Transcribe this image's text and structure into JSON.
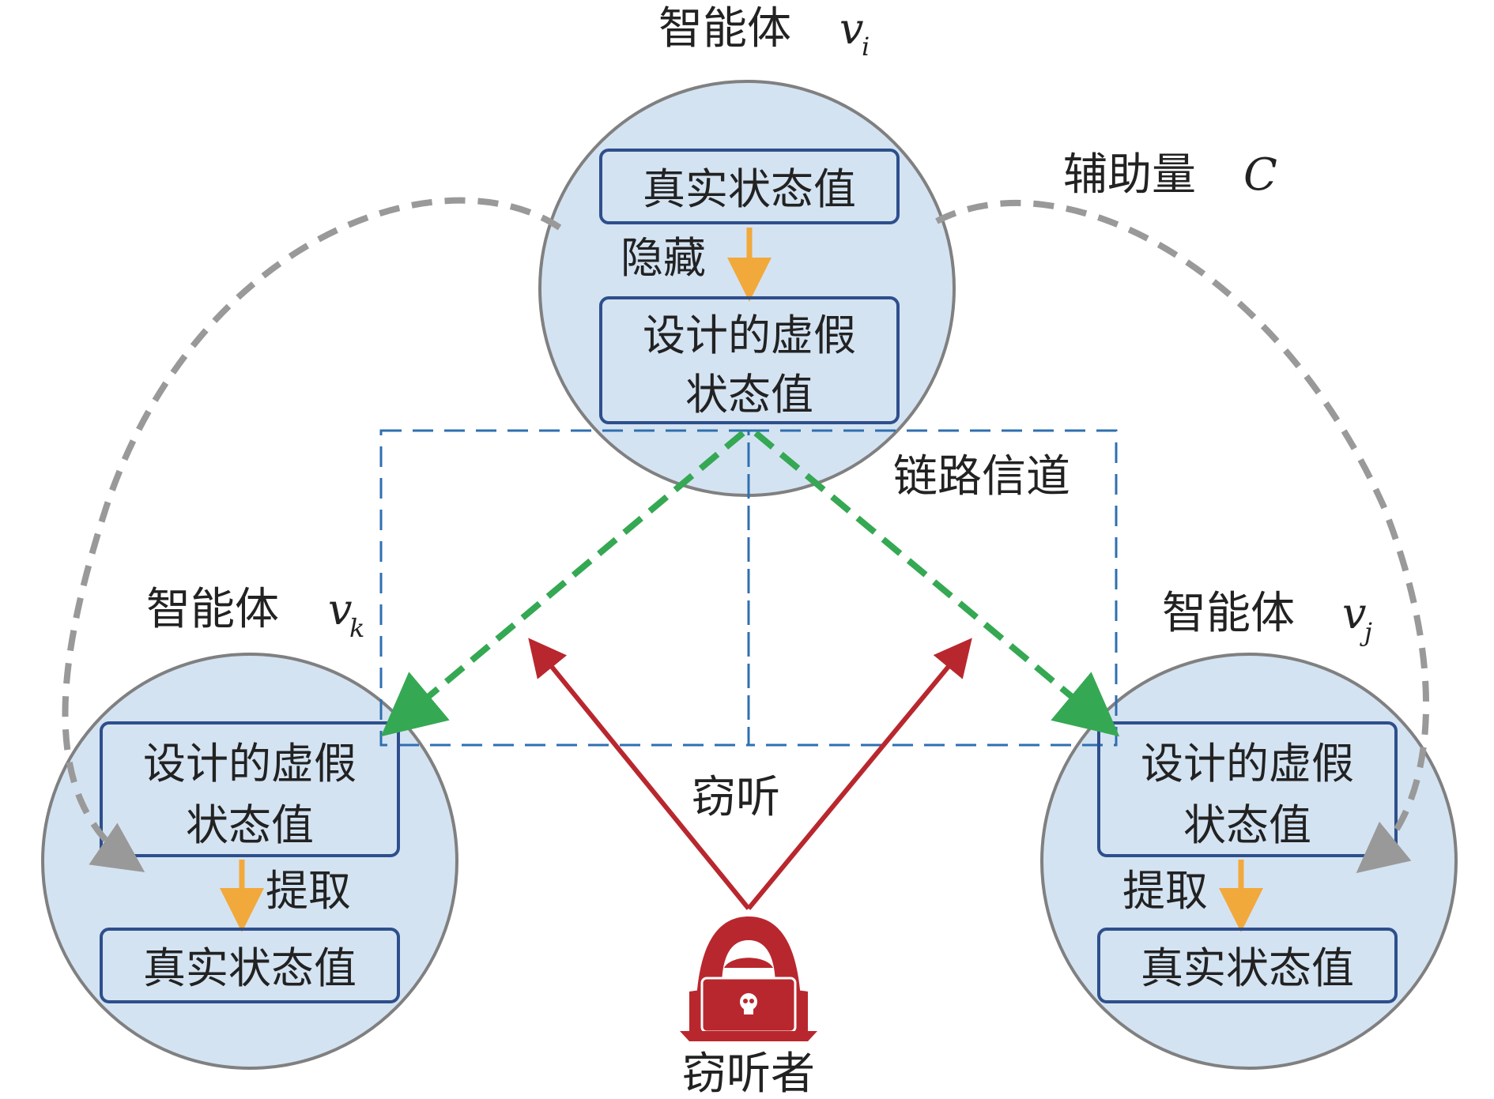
{
  "agents": {
    "top": {
      "name": "智能体",
      "var": "v",
      "sub": "i",
      "true_state": "真实状态值",
      "action": "隐藏",
      "fake_state_line1": "设计的虚假",
      "fake_state_line2": "状态值"
    },
    "left": {
      "name": "智能体",
      "var": "v",
      "sub": "k",
      "fake_state_line1": "设计的虚假",
      "fake_state_line2": "状态值",
      "action": "提取",
      "true_state": "真实状态值"
    },
    "right": {
      "name": "智能体",
      "var": "v",
      "sub": "j",
      "fake_state_line1": "设计的虚假",
      "fake_state_line2": "状态值",
      "action": "提取",
      "true_state": "真实状态值"
    }
  },
  "labels": {
    "auxiliary_name": "辅助量",
    "auxiliary_var": "C",
    "link_channel": "链路信道",
    "eavesdrop": "窃听",
    "eavesdropper": "窃听者"
  },
  "colors": {
    "circle_fill": "#d4e3f2",
    "circle_stroke": "#808080",
    "box_stroke": "#2e4f8c",
    "orange_arrow": "#f2a93b",
    "green_arrow": "#35a853",
    "red_arrow": "#b9272e",
    "gray_dashed": "#999999",
    "blue_dashed": "#2f6fb0"
  },
  "icons": {
    "eavesdropper": "hacker-icon"
  }
}
